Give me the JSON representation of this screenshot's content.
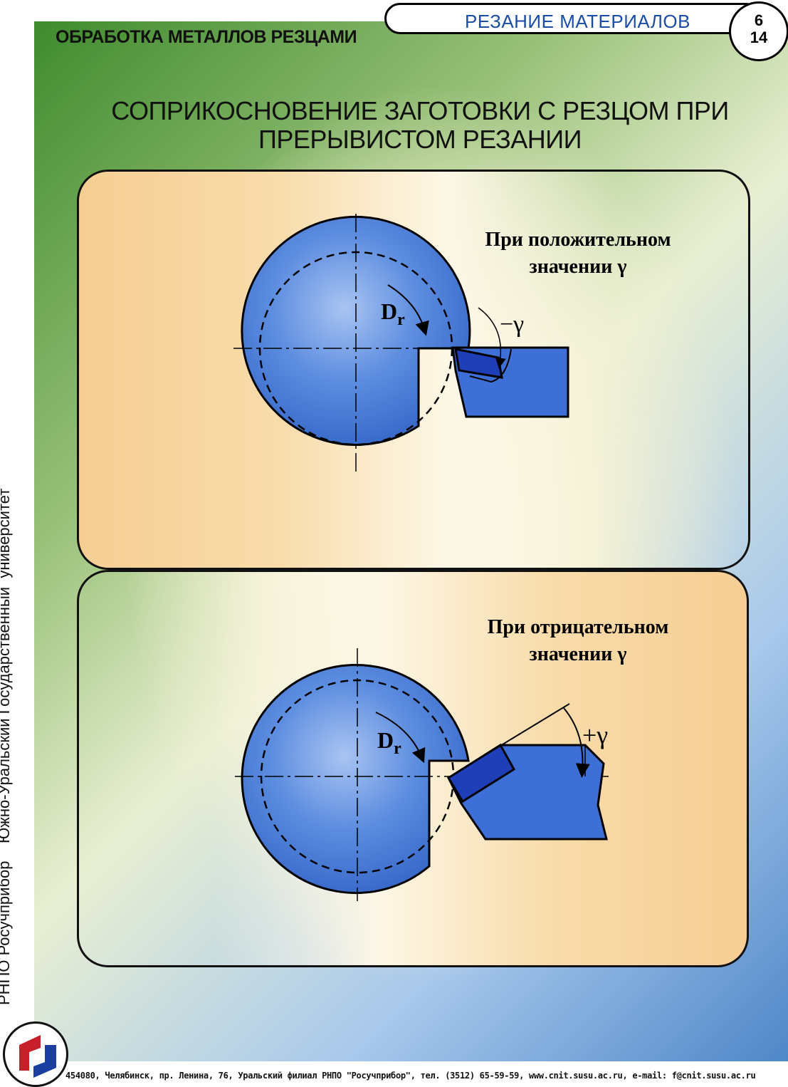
{
  "header": {
    "section": "ОБРАБОТКА МЕТАЛЛОВ РЕЗЦАМИ",
    "subject": "РЕЗАНИЕ   МАТЕРИАЛОВ",
    "page_number": "6",
    "page_total": "14"
  },
  "title": {
    "line1": "СОПРИКОСНОВЕНИЕ ЗАГОТОВКИ С РЕЗЦОМ ПРИ",
    "line2": "ПРЕРЫВИСТОМ РЕЗАНИИ"
  },
  "panel_top": {
    "caption_line1": "При  положительном",
    "caption_line2": "значении  γ",
    "rotation_label": "D",
    "rotation_sub": "r",
    "angle_label": "−γ"
  },
  "panel_bottom": {
    "caption_line1": "При  отрицательном",
    "caption_line2": "значении  γ",
    "rotation_label": "D",
    "rotation_sub": "r",
    "angle_label": "+γ"
  },
  "side_text": "РНПО Росучприбор    Южно-Уральский Государственный  университет",
  "footer": "454080, Челябинск, пр. Ленина, 76, Уральский филиал РНПО \"Росучприбор\", тел. (3512) 65-59-59, www.cnit.susu.ac.ru,  e-mail: f@cnit.susu.ac.ru",
  "colors": {
    "workpiece": "#3a6fd0",
    "tool": "#3d6fd6",
    "tool_insert": "#1f3fb8",
    "panel": "#f6ce93",
    "accent_blue": "#1a4ea6"
  }
}
